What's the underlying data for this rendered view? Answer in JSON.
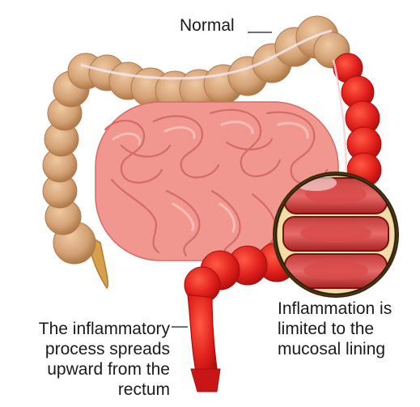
{
  "labels": {
    "normal": "Normal",
    "process": [
      "The inflammatory",
      "process spreads",
      "upward from the",
      "rectum"
    ],
    "mucosal": [
      "Inflammation is",
      "limited to the",
      "mucosal lining"
    ]
  },
  "colors": {
    "normal_colon": "#d4a276",
    "normal_colon_edge": "#b07a4f",
    "small_intestine": "#f2978f",
    "small_intestine_edge": "#d46b66",
    "inflamed": "#e0201c",
    "inflamed_dark": "#b01212",
    "appendix": "#d8a04a",
    "inset_ring": "#7a5a20"
  },
  "icons": [
    "intestine-illustration",
    "magnifier-inset"
  ]
}
